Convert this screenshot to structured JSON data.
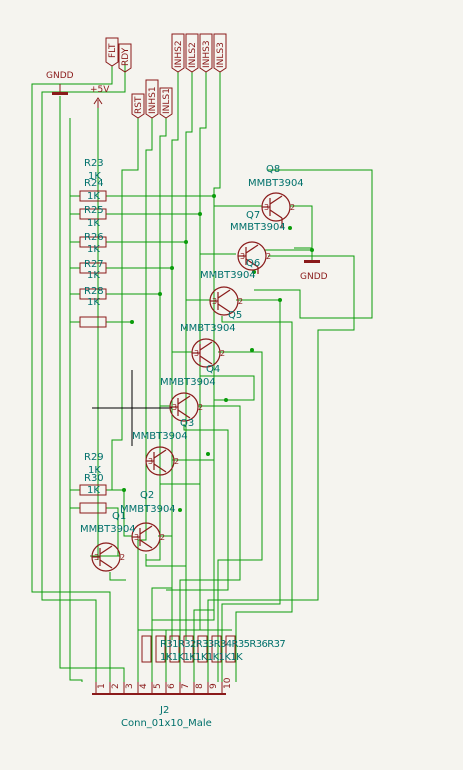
{
  "schematic": {
    "power": {
      "gndd_top": "GNDD",
      "plus5v": "+5V",
      "gndd_right": "GNDD"
    },
    "net_labels": {
      "flt": "FLT",
      "rdy": "RDY",
      "inhs2": "INHS2",
      "inls2": "INLS2",
      "inhs3": "INHS3",
      "inls3": "INLS3",
      "rst": "RST",
      "inhs1": "INHS1",
      "inls1": "INLS1"
    },
    "resistors": [
      {
        "ref": "R23",
        "value": "1K"
      },
      {
        "ref": "R24",
        "value": "1K"
      },
      {
        "ref": "R25",
        "value": "1K"
      },
      {
        "ref": "R26",
        "value": "1K"
      },
      {
        "ref": "R27",
        "value": "1K"
      },
      {
        "ref": "R28",
        "value": "1K"
      },
      {
        "ref": "R29",
        "value": "1K"
      },
      {
        "ref": "R30",
        "value": "1K"
      }
    ],
    "transistors": [
      {
        "ref": "Q8",
        "part": "MMBT3904"
      },
      {
        "ref": "Q7",
        "part": "MMBT3904"
      },
      {
        "ref": "Q6",
        "part": "MMBT3904"
      },
      {
        "ref": "Q5",
        "part": "MMBT3904"
      },
      {
        "ref": "Q4",
        "part": "MMBT3904"
      },
      {
        "ref": "Q3",
        "part": "MMBT3904"
      },
      {
        "ref": "Q2",
        "part": "MMBT3904"
      },
      {
        "ref": "Q1",
        "part": "MMBT3904"
      }
    ],
    "bottom_resistor_labels": {
      "refs": "R31R32R33R34R35R36R37",
      "values": "1K1K1K1K1K1K1K"
    },
    "connector": {
      "ref": "J2",
      "value": "Conn_01x10_Male",
      "pins": [
        "1",
        "2",
        "3",
        "4",
        "5",
        "6",
        "7",
        "8",
        "9",
        "10"
      ]
    }
  }
}
